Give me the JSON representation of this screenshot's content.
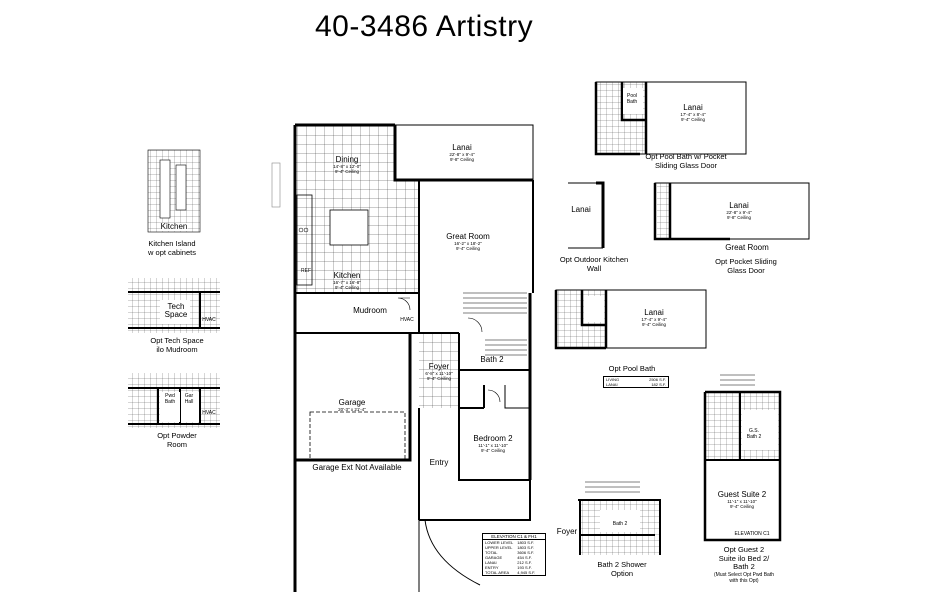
{
  "title": "40-3486 Artistry",
  "main_plan": {
    "dining": {
      "name": "Dining",
      "size": "14'-8\" x 12'-0\"",
      "ceiling": "9'-4\" Ceiling"
    },
    "lanai": {
      "name": "Lanai",
      "size": "22'-8\" x 9'-4\"",
      "ceiling": "9'-8\" Ceiling"
    },
    "great_room": {
      "name": "Great Room",
      "size": "16'-2\" x 18'-2\"",
      "ceiling": "9'-4\" Ceiling"
    },
    "kitchen": {
      "name": "Kitchen",
      "size": "16'-7\" x 16'-8\"",
      "ceiling": "9'-4\" Ceiling"
    },
    "mudroom": {
      "name": "Mudroom"
    },
    "hvac": "HVAC",
    "foyer": {
      "name": "Foyer",
      "size": "6'-8\" x 11'-10\"",
      "ceiling": "9'-4\" Ceiling"
    },
    "bath2": {
      "name": "Bath 2"
    },
    "garage": {
      "name": "Garage",
      "size": "20'-3\" x 21'-4\""
    },
    "bedroom2": {
      "name": "Bedroom 2",
      "size": "11'-1\" x 11'-10\"",
      "ceiling": "9'-4\" Ceiling"
    },
    "entry": {
      "name": "Entry"
    },
    "garage_ext": "Garage Ext Not Available",
    "fridge": "REF"
  },
  "options": {
    "kitchen_island": {
      "room": "Kitchen",
      "caption_line1": "Kitchen Island",
      "caption_line2": "w opt cabinets"
    },
    "tech_space": {
      "room_line1": "Tech",
      "room_line2": "Space",
      "hvac": "HVAC",
      "caption_line1": "Opt Tech Space",
      "caption_line2": "ilo Mudroom"
    },
    "powder_room": {
      "pwd_line1": "Pwd",
      "pwd_line2": "Bath",
      "gar_line1": "Gar",
      "gar_line2": "Hall",
      "hvac": "HVAC",
      "caption_line1": "Opt Powder",
      "caption_line2": "Room"
    },
    "pool_bath_pocket": {
      "pool_line1": "Pool",
      "pool_line2": "Bath",
      "lanai": "Lanai",
      "size": "17'-4\" x 8'-4\"",
      "ceiling": "9'-4\" Ceiling",
      "caption_line1": "Opt Pool Bath w/ Pocket",
      "caption_line2": "Sliding Glass Door"
    },
    "outdoor_kitchen": {
      "lanai": "Lanai",
      "caption_line1": "Opt Outdoor Kitchen",
      "caption_line2": "Wall"
    },
    "pocket_sliding": {
      "lanai": "Lanai",
      "size": "22'-8\" x 9'-4\"",
      "ceiling": "9'-8\" Ceiling",
      "great_room": "Great Room",
      "caption_line1": "Opt Pocket Sliding",
      "caption_line2": "Glass Door"
    },
    "pool_bath": {
      "lanai": "Lanai",
      "size": "17'-4\" x 9'-4\"",
      "ceiling": "9'-4\" Ceiling",
      "caption": "Opt Pool Bath",
      "area": [
        {
          "label": "LIVING",
          "value": "2506 S.F."
        },
        {
          "label": "LANAI",
          "value": "182 S.F."
        }
      ]
    },
    "shower": {
      "foyer": "Foyer",
      "bath": "Bath 2",
      "caption_line1": "Bath 2 Shower",
      "caption_line2": "Option"
    },
    "guest_suite": {
      "gs_line1": "G.S.",
      "gs_line2": "Bath 2",
      "room": "Guest Suite 2",
      "size": "11'-1\" x 11'-10\"",
      "ceiling": "9'-4\" Ceiling",
      "elevation": "ELEVATION C1",
      "caption_line1": "Opt Guest 2",
      "caption_line2": "Suite ilo Bed 2/",
      "caption_line3": "Bath 2",
      "note_line1": "(Must Select Opt Pwd Bath",
      "note_line2": "with this Opt)"
    }
  },
  "area_table": {
    "heading": "ELEVATION C1 & FH1",
    "rows": [
      {
        "label": "LOWER LEVEL",
        "value": "1803 S.F."
      },
      {
        "label": "UPPER LEVEL",
        "value": "1803 S.F."
      },
      {
        "label": "TOTAL",
        "value": "3606 S.F."
      },
      {
        "label": "GARAGE",
        "value": "454 S.F."
      },
      {
        "label": "LANAI",
        "value": "212 S.F."
      },
      {
        "label": "ENTRY",
        "value": "193 S.F."
      },
      {
        "label": "TOTAL AREA",
        "value": "4,945 S.F."
      }
    ]
  }
}
